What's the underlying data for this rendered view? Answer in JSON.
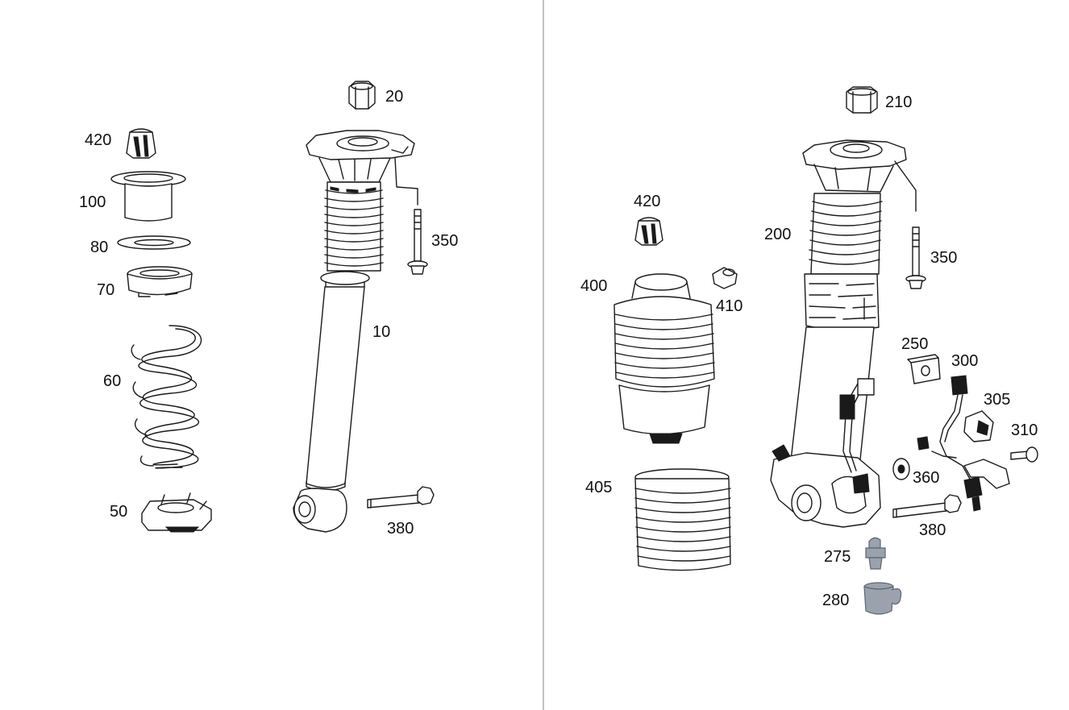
{
  "colors": {
    "line": "#1a1a1a",
    "divider": "#9a9a9a",
    "highlight_part": "#9aa3ad",
    "background": "#ffffff"
  },
  "left_panel": {
    "labels": {
      "p420": "420",
      "p100": "100",
      "p80": "80",
      "p70": "70",
      "p60": "60",
      "p50": "50",
      "p20": "20",
      "p350": "350",
      "p10": "10",
      "p380": "380"
    }
  },
  "right_panel": {
    "labels": {
      "p210": "210",
      "p420": "420",
      "p200": "200",
      "p350": "350",
      "p400": "400",
      "p410": "410",
      "p250": "250",
      "p300": "300",
      "p305": "305",
      "p310": "310",
      "p360": "360",
      "p405": "405",
      "p380": "380",
      "p275": "275",
      "p280": "280"
    }
  }
}
